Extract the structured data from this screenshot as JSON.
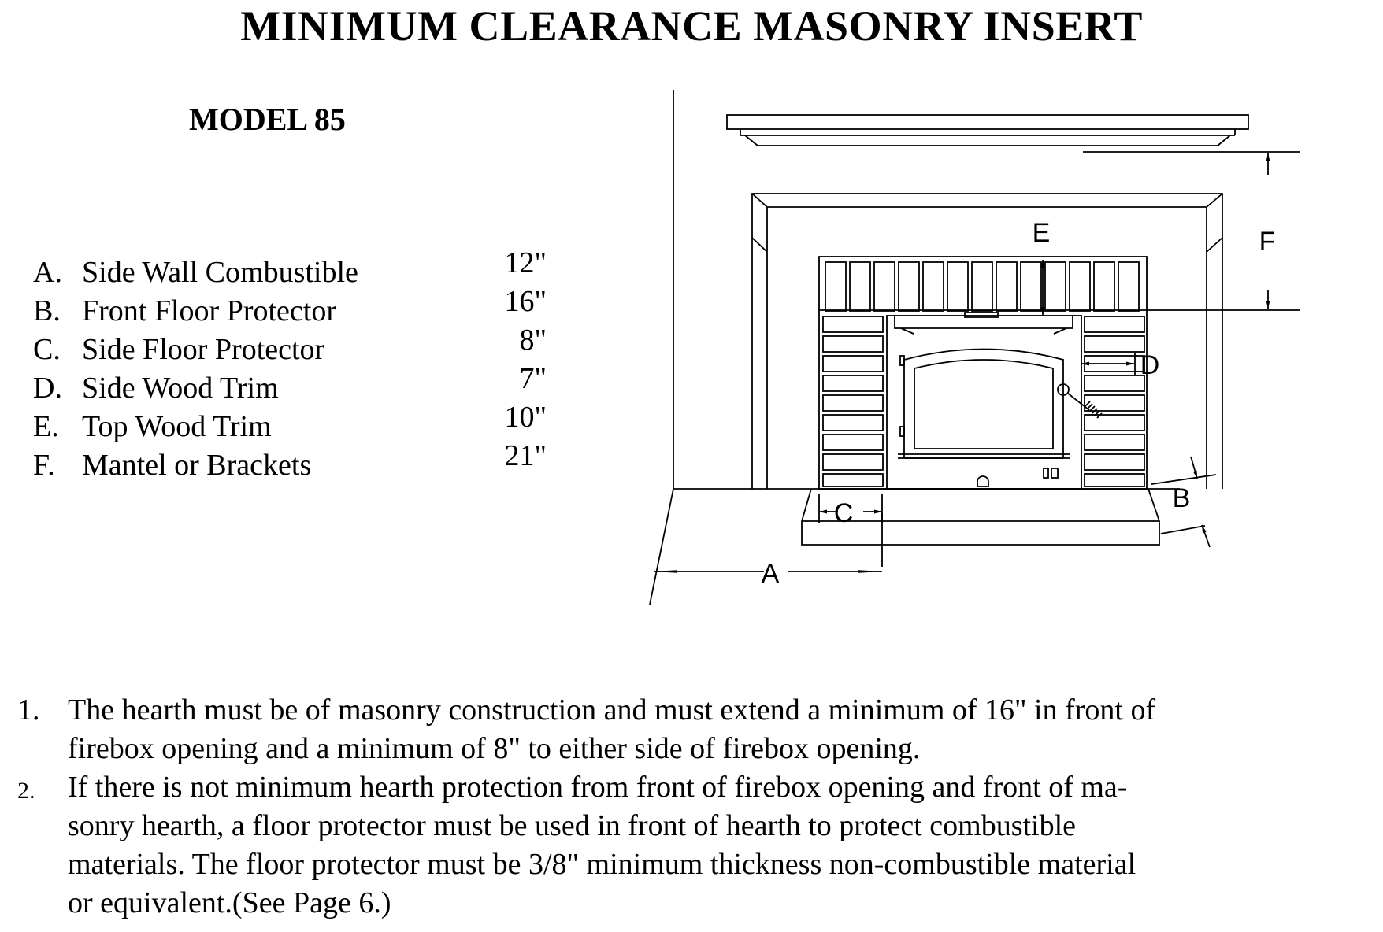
{
  "title": "MINIMUM CLEARANCE MASONRY INSERT",
  "model": "MODEL 85",
  "clearances": [
    {
      "letter": "A.",
      "label": "Side Wall Combustible",
      "value": "12\""
    },
    {
      "letter": "B.",
      "label": "Front Floor Protector",
      "value": "16\""
    },
    {
      "letter": "C.",
      "label": "Side Floor Protector",
      "value": "8\""
    },
    {
      "letter": "D.",
      "label": "Side Wood Trim",
      "value": "7\""
    },
    {
      "letter": "E.",
      "label": "Top Wood Trim",
      "value": "10\""
    },
    {
      "letter": "F.",
      "label": "Mantel or Brackets",
      "value": "21\""
    }
  ],
  "diagram_labels": {
    "a": "A",
    "b": "B",
    "c": "C",
    "d": "D",
    "e": "E",
    "f": "F"
  },
  "notes": [
    {
      "number": "1.",
      "lines": [
        "The hearth must be of masonry construction and  must extend a  minimum of 16\" in front of",
        "firebox opening and a minimum of 8\"  to either side of firebox opening."
      ]
    },
    {
      "number": "2.",
      "lines": [
        "If there is not minimum hearth protection from front of firebox opening and front of ma-",
        "sonry hearth, a  floor protector must be used in front of hearth to protect  combustible",
        "materials.  The floor protector must be 3/8\" minimum thickness non-combustible material",
        "or equivalent.(See Page 6.)"
      ]
    }
  ]
}
